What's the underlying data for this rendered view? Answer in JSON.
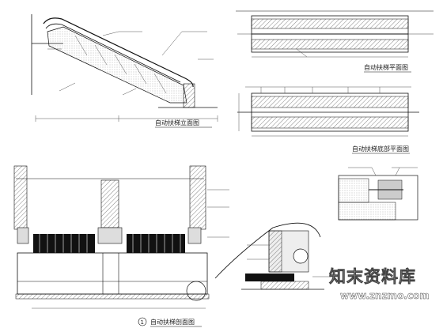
{
  "titles": {
    "elevation": "自动扶梯立面图",
    "plan": "自动扶梯平面图",
    "bottom_plan": "自动扶梯底部平面图",
    "section": "自动扶梯剖面图",
    "section_number": "1"
  },
  "watermark": {
    "logo_text": "知末资料库",
    "url": "www.znzmo.com"
  }
}
